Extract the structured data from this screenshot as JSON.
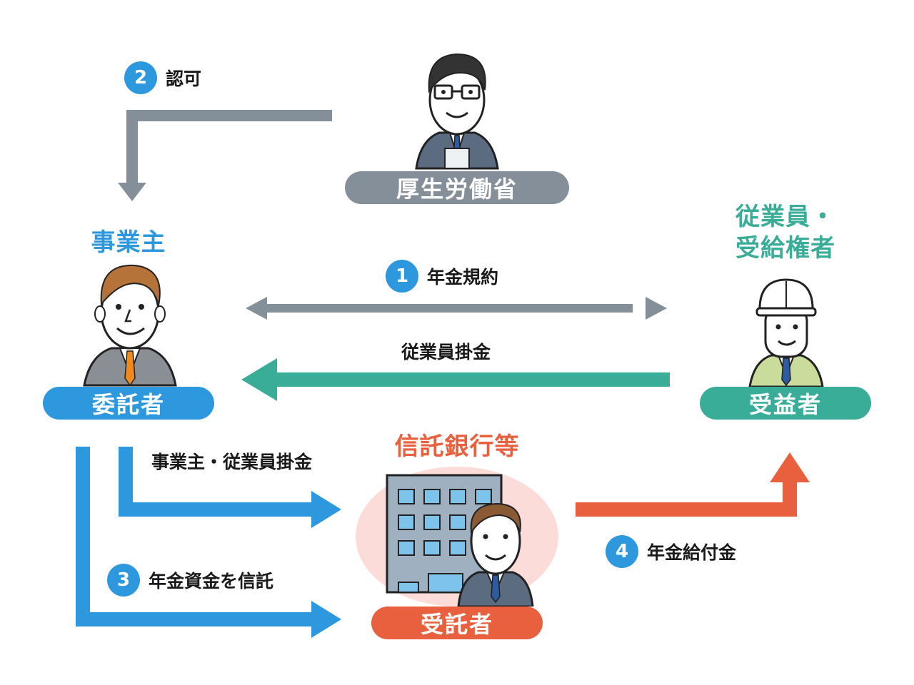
{
  "colors": {
    "gray": "#858f99",
    "blue": "#2d98dd",
    "teal": "#3aad98",
    "red": "#e8603e"
  },
  "ministry": {
    "label": "厚生労働省",
    "icon": "official-with-glasses-icon"
  },
  "employer": {
    "title": "事業主",
    "role": "委託者",
    "icon": "businessman-orange-tie-icon"
  },
  "beneficiary": {
    "title_line1": "従業員・",
    "title_line2": "受給権者",
    "role": "受益者",
    "icon": "worker-helmet-icon"
  },
  "trustee": {
    "title": "信託銀行等",
    "role": "受託者",
    "icon": "bank-building-with-banker-icon"
  },
  "flows": {
    "approval": {
      "number": "2",
      "label": "認可"
    },
    "pension_rules": {
      "number": "1",
      "label": "年金規約"
    },
    "employee_contribution": {
      "label": "従業員掛金"
    },
    "employer_employee_contribution": {
      "label": "事業主・従業員掛金"
    },
    "trust_funds": {
      "number": "3",
      "label": "年金資金を信託"
    },
    "benefit_payment": {
      "number": "4",
      "label": "年金給付金"
    }
  }
}
